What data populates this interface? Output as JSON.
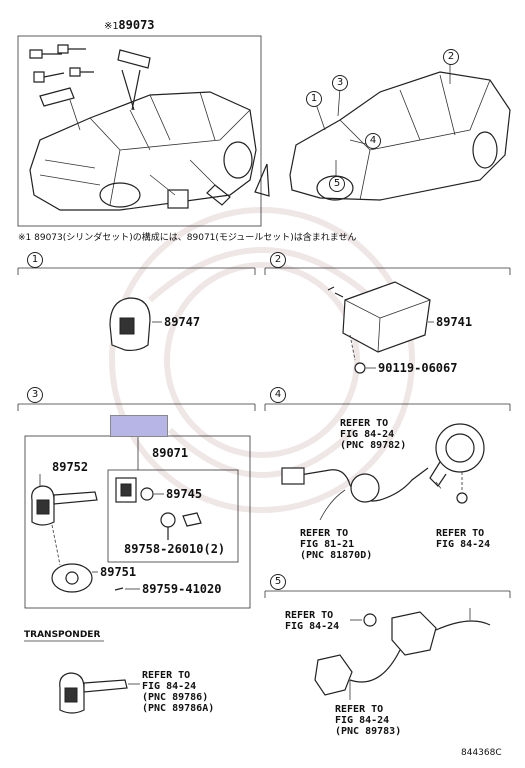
{
  "top": {
    "main_part_mark": "※1",
    "main_part": "89073",
    "footnote": "※1 89073(シリンダセット)の構成には、89071(モジュールセット)は含まれません",
    "callouts": [
      "1",
      "2",
      "3",
      "4",
      "5"
    ]
  },
  "sections": {
    "s1": {
      "num": "1",
      "parts": [
        "89747"
      ]
    },
    "s2": {
      "num": "2",
      "parts": [
        "89741",
        "90119-06067"
      ]
    },
    "s3": {
      "num": "3",
      "module": "89071",
      "parts": [
        "89752",
        "89745",
        "89758-26010(2)",
        "89751",
        "89759-41020"
      ]
    },
    "s4": {
      "num": "4",
      "ref_a": [
        "REFER TO",
        "FIG 84-24",
        "(PNC 89782)"
      ],
      "ref_b": [
        "REFER TO",
        "FIG 81-21",
        "(PNC 81870D)"
      ],
      "ref_c": [
        "REFER TO",
        "FIG 84-24"
      ]
    },
    "s5": {
      "num": "5",
      "ref_a": [
        "REFER TO",
        "FIG 84-24"
      ],
      "ref_b": [
        "REFER TO",
        "FIG 84-24",
        "(PNC 89783)"
      ]
    }
  },
  "transponder": {
    "title": "TRANSPONDER",
    "ref": [
      "REFER TO",
      "FIG 84-24",
      "(PNC 89786)",
      "(PNC 89786A)"
    ]
  },
  "figure_code": "844368C",
  "colors": {
    "highlight_box": "#b7b4e6",
    "line": "#222222",
    "watermark": "#efe6e6"
  }
}
